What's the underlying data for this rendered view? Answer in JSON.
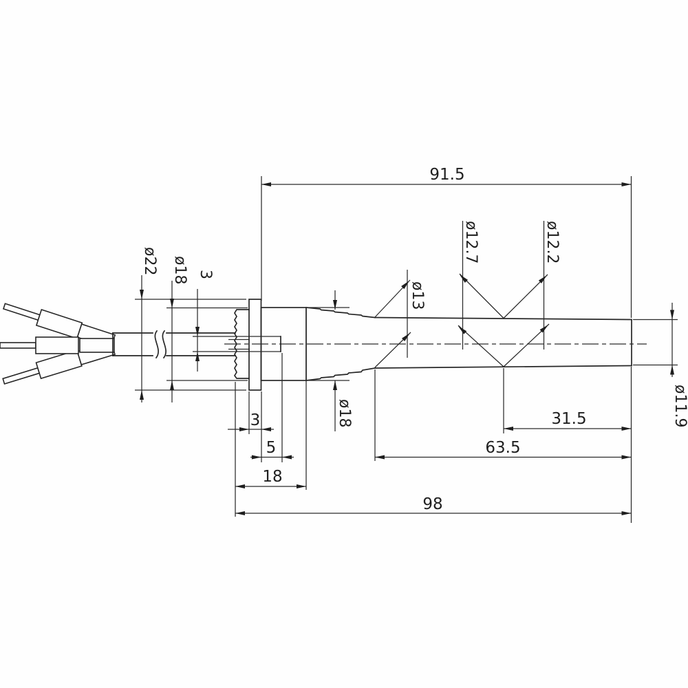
{
  "drawing": {
    "description": "dimensioned technical drawing of a cartridge igniter with flange and lead wires",
    "dims": {
      "top_length": "91.5",
      "tip_length": "31.5",
      "front_length": "63.5",
      "rear_length": "18",
      "overall_length": "98",
      "flange_thickness": "3",
      "pin_length": "5",
      "pin_width": "3",
      "flange_diameter": "ø22",
      "rear_diameter": "ø18",
      "cone_diameter": "ø18",
      "shaft_diameter_a": "ø13",
      "shaft_diameter_b": "ø12.7",
      "shaft_diameter_c": "ø12.2",
      "tip_diameter": "ø11.9"
    }
  }
}
